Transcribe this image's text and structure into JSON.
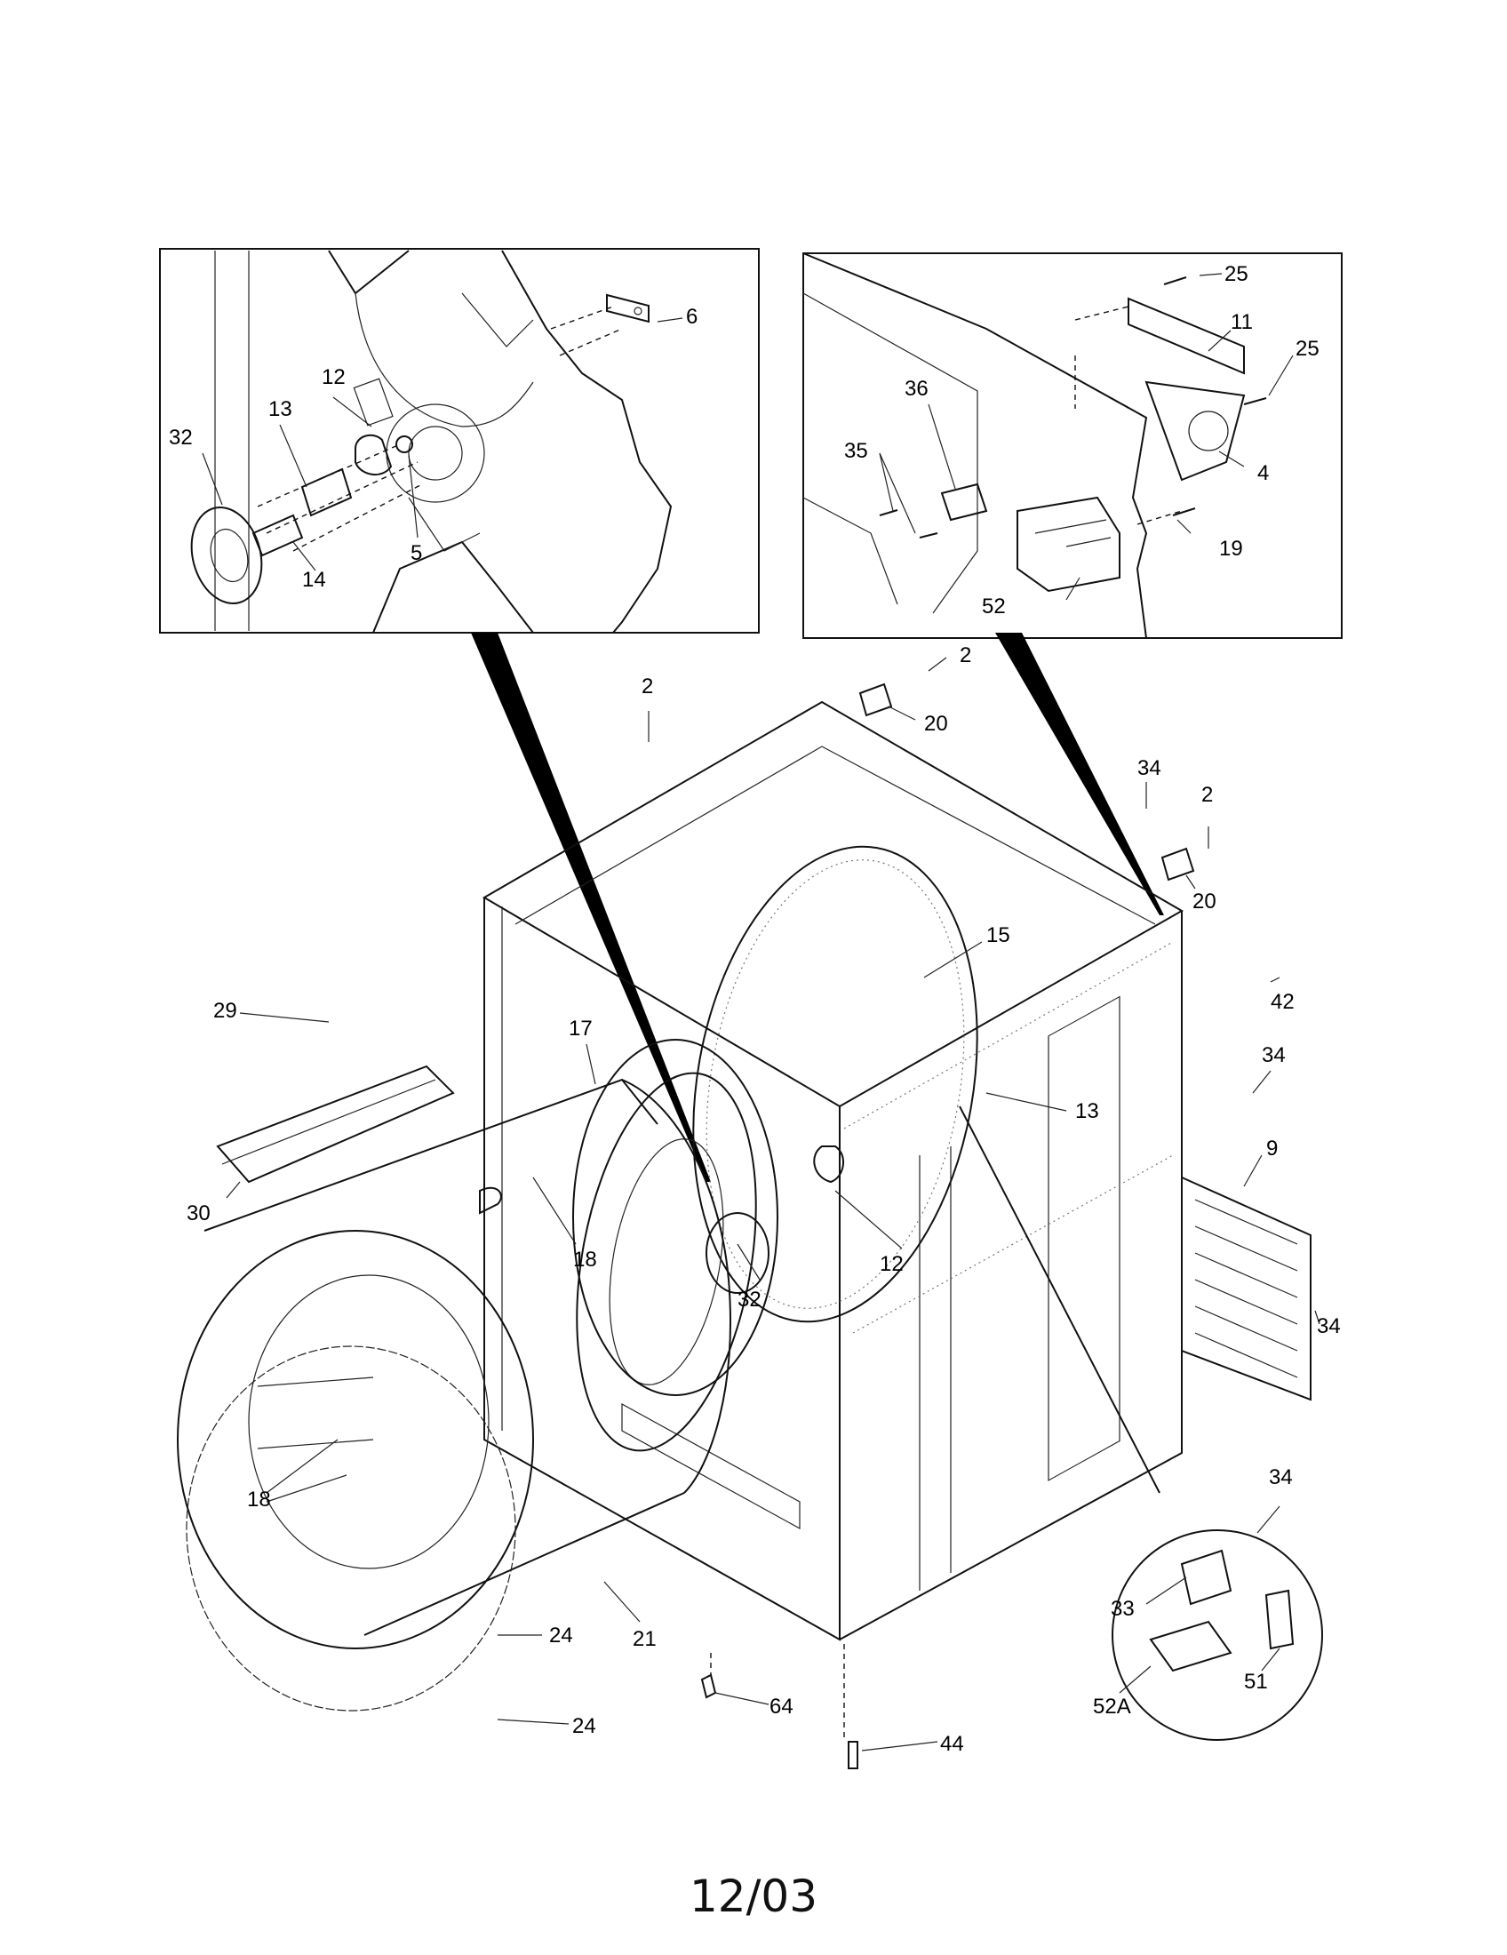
{
  "diagram": {
    "inset_left": {
      "callouts": [
        "6",
        "12",
        "13",
        "32",
        "14",
        "5"
      ]
    },
    "inset_right": {
      "callouts": [
        "25",
        "11",
        "25",
        "36",
        "35",
        "4",
        "19",
        "52"
      ]
    },
    "main": {
      "callouts": [
        "2",
        "2",
        "20",
        "34",
        "2",
        "20",
        "15",
        "42",
        "29",
        "17",
        "13",
        "34",
        "9",
        "30",
        "18",
        "12",
        "32",
        "34",
        "18",
        "34",
        "33",
        "24",
        "21",
        "51",
        "52A",
        "64",
        "24",
        "44"
      ]
    },
    "colors": {
      "line": "#111111",
      "background": "#ffffff",
      "callout_fill": "#111111"
    }
  },
  "footer": {
    "date_code": "12/03"
  }
}
